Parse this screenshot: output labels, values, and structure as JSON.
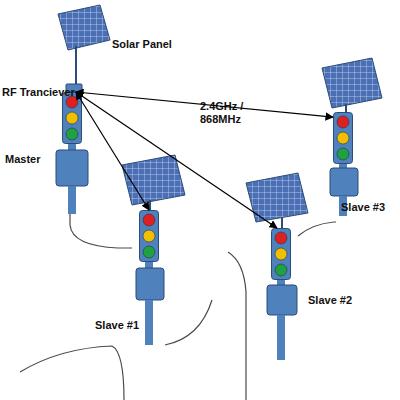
{
  "diagram": {
    "nodes": [
      {
        "text": [
          "Master"
        ]
      },
      {
        "text": [
          "Slave #1"
        ]
      },
      {
        "text": [
          "Slave #2"
        ]
      },
      {
        "text": [
          "Slave #3"
        ]
      }
    ],
    "edges": [
      {
        "from": 0,
        "to": 3,
        "arrow": "both"
      },
      {
        "from": 0,
        "to": 1,
        "arrow": "both"
      },
      {
        "from": 0,
        "to": 2,
        "arrow": "both"
      }
    ],
    "labels": [
      "Solar Panel",
      "RF Tranciever",
      "2.4GHz / 868MHz"
    ]
  }
}
